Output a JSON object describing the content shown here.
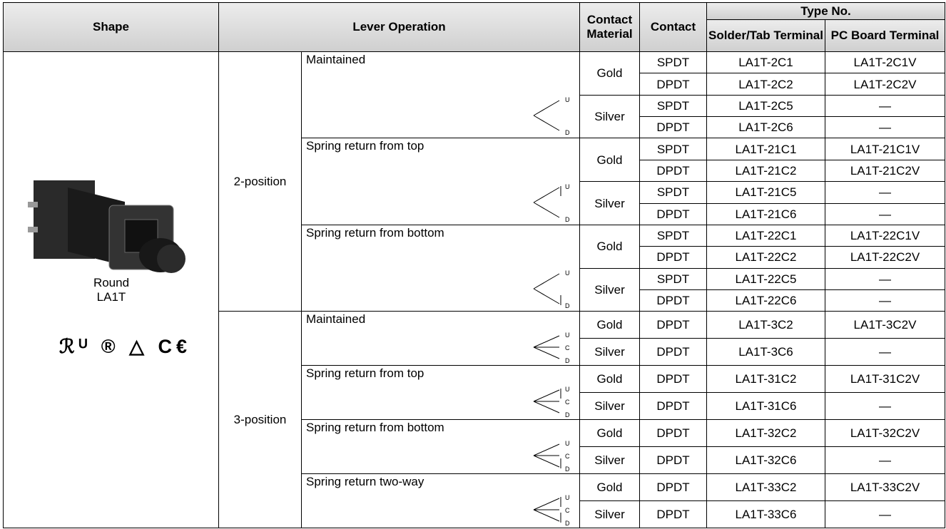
{
  "headers": {
    "shape": "Shape",
    "lever_operation": "Lever Operation",
    "contact_material": "Contact Material",
    "contact": "Contact",
    "type_no": "Type No.",
    "solder_tab": "Solder/Tab Terminal",
    "pc_board": "PC Board Terminal"
  },
  "shape": {
    "line1": "Round",
    "line2": "LA1T",
    "certifications": "ℛᵁ ® △ C€"
  },
  "groups": [
    {
      "position": "2-position",
      "operations": [
        {
          "label": "Maintained",
          "symbol": "2pos-maintained",
          "rows": [
            {
              "material": "Gold",
              "contact": "SPDT",
              "solder": "LA1T-2C1",
              "pc": "LA1T-2C1V"
            },
            {
              "material": "Gold",
              "contact": "DPDT",
              "solder": "LA1T-2C2",
              "pc": "LA1T-2C2V"
            },
            {
              "material": "Silver",
              "contact": "SPDT",
              "solder": "LA1T-2C5",
              "pc": "—"
            },
            {
              "material": "Silver",
              "contact": "DPDT",
              "solder": "LA1T-2C6",
              "pc": "—"
            }
          ]
        },
        {
          "label": "Spring return from top",
          "symbol": "2pos-return-top",
          "rows": [
            {
              "material": "Gold",
              "contact": "SPDT",
              "solder": "LA1T-21C1",
              "pc": "LA1T-21C1V"
            },
            {
              "material": "Gold",
              "contact": "DPDT",
              "solder": "LA1T-21C2",
              "pc": "LA1T-21C2V"
            },
            {
              "material": "Silver",
              "contact": "SPDT",
              "solder": "LA1T-21C5",
              "pc": "—"
            },
            {
              "material": "Silver",
              "contact": "DPDT",
              "solder": "LA1T-21C6",
              "pc": "—"
            }
          ]
        },
        {
          "label": "Spring return from bottom",
          "symbol": "2pos-return-bottom",
          "rows": [
            {
              "material": "Gold",
              "contact": "SPDT",
              "solder": "LA1T-22C1",
              "pc": "LA1T-22C1V"
            },
            {
              "material": "Gold",
              "contact": "DPDT",
              "solder": "LA1T-22C2",
              "pc": "LA1T-22C2V"
            },
            {
              "material": "Silver",
              "contact": "SPDT",
              "solder": "LA1T-22C5",
              "pc": "—"
            },
            {
              "material": "Silver",
              "contact": "DPDT",
              "solder": "LA1T-22C6",
              "pc": "—"
            }
          ]
        }
      ]
    },
    {
      "position": "3-position",
      "operations": [
        {
          "label": "Maintained",
          "symbol": "3pos-maintained",
          "rows": [
            {
              "material": "Gold",
              "contact": "DPDT",
              "solder": "LA1T-3C2",
              "pc": "LA1T-3C2V"
            },
            {
              "material": "Silver",
              "contact": "DPDT",
              "solder": "LA1T-3C6",
              "pc": "—"
            }
          ]
        },
        {
          "label": "Spring return from top",
          "symbol": "3pos-return-top",
          "rows": [
            {
              "material": "Gold",
              "contact": "DPDT",
              "solder": "LA1T-31C2",
              "pc": "LA1T-31C2V"
            },
            {
              "material": "Silver",
              "contact": "DPDT",
              "solder": "LA1T-31C6",
              "pc": "—"
            }
          ]
        },
        {
          "label": "Spring return from bottom",
          "symbol": "3pos-return-bottom",
          "rows": [
            {
              "material": "Gold",
              "contact": "DPDT",
              "solder": "LA1T-32C2",
              "pc": "LA1T-32C2V"
            },
            {
              "material": "Silver",
              "contact": "DPDT",
              "solder": "LA1T-32C6",
              "pc": "—"
            }
          ]
        },
        {
          "label": "Spring return two-way",
          "symbol": "3pos-return-two-way",
          "rows": [
            {
              "material": "Gold",
              "contact": "DPDT",
              "solder": "LA1T-33C2",
              "pc": "LA1T-33C2V"
            },
            {
              "material": "Silver",
              "contact": "DPDT",
              "solder": "LA1T-33C6",
              "pc": "—"
            }
          ]
        }
      ]
    }
  ],
  "symbol_labels": {
    "up": "U",
    "center": "C",
    "down": "D"
  }
}
